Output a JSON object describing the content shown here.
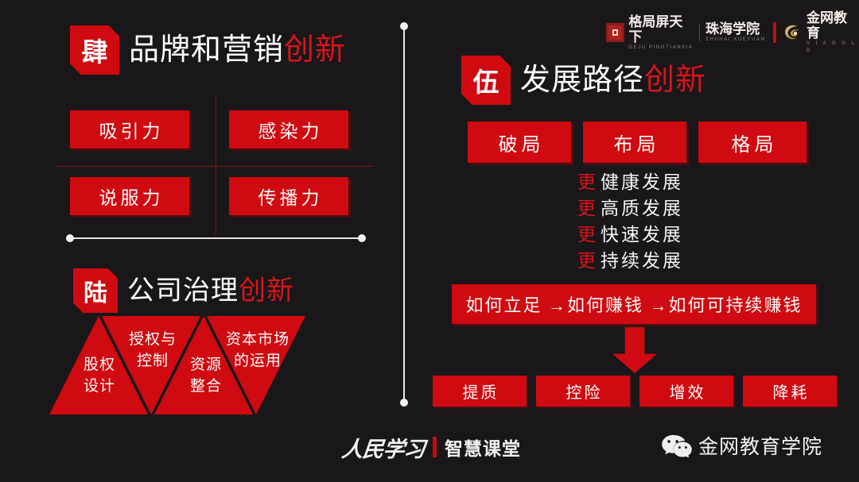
{
  "slide": {
    "background_color": "#191719",
    "accent_red": "#cf0a10",
    "highlight_red": "#d8151b",
    "text_white": "#fdfdfd"
  },
  "logo_bar": {
    "brand1": {
      "cn": "格局屏天下",
      "en": "GEJU PINGTIANXIA"
    },
    "brand2": {
      "cn": "珠海学院",
      "en": "ZHUHAI XUEYUAN"
    },
    "brand3": {
      "cn": "金网教育",
      "en": "V I A G O L D"
    }
  },
  "section4": {
    "badge": "肆",
    "title_main": "品牌和营销",
    "title_highlight": "创新",
    "items": [
      "吸引力",
      "感染力",
      "说服力",
      "传播力"
    ]
  },
  "section6": {
    "badge": "陆",
    "title_main": "公司治理",
    "title_highlight": "创新",
    "triangles": [
      {
        "dir": "up",
        "lines": [
          "股权",
          "设计"
        ]
      },
      {
        "dir": "down",
        "lines": [
          "授权与",
          "控制"
        ]
      },
      {
        "dir": "up",
        "lines": [
          "资源",
          "整合"
        ]
      },
      {
        "dir": "down",
        "lines": [
          "资本市场",
          "的运用"
        ]
      }
    ]
  },
  "section5": {
    "badge": "伍",
    "title_main": "发展路径",
    "title_highlight": "创新",
    "stage_boxes": [
      "破局",
      "布局",
      "格局"
    ],
    "geng_lines": [
      {
        "prefix": "更",
        "text": "健康发展"
      },
      {
        "prefix": "更",
        "text": "高质发展"
      },
      {
        "prefix": "更",
        "text": "快速发展"
      },
      {
        "prefix": "更",
        "text": "持续发展"
      }
    ],
    "banner": "如何立足 →如何赚钱  →如何可持续赚钱",
    "result_boxes": [
      "提质",
      "控险",
      "增效",
      "降耗"
    ]
  },
  "footer": {
    "calligraphy": "人民学习",
    "brand": "智慧课堂",
    "wechat_account": "金网教育学院"
  }
}
